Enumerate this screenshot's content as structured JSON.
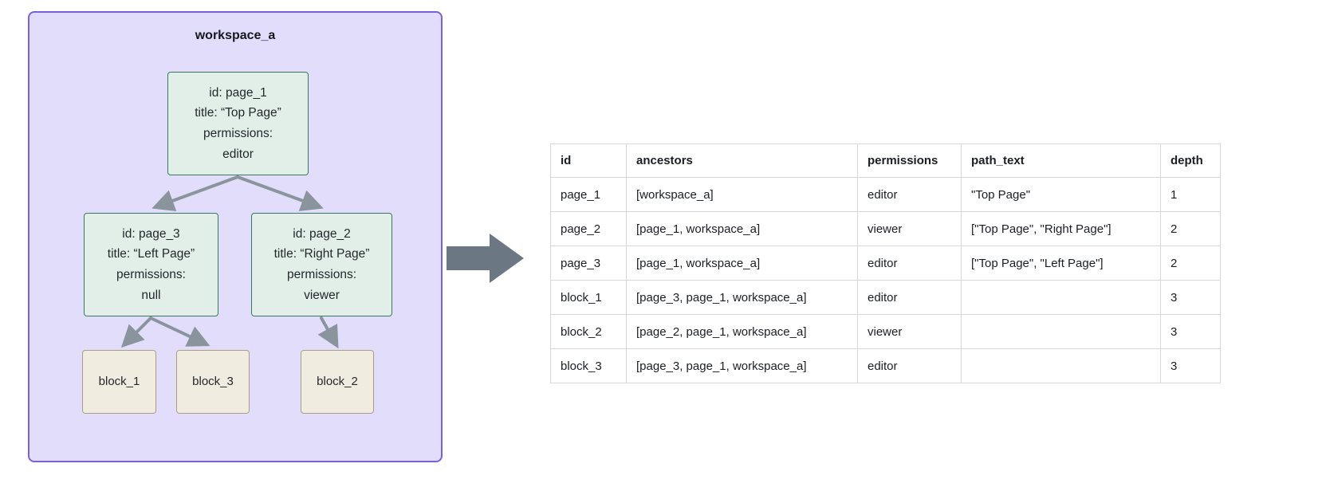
{
  "diagram": {
    "workspace_label": "workspace_a",
    "nodes": {
      "page_1": "id: page_1\ntitle: “Top Page”\npermissions:\neditor",
      "page_3": "id: page_3\ntitle: “Left Page”\npermissions:\nnull",
      "page_2": "id: page_2\ntitle: “Right Page”\npermissions:\nviewer",
      "block_1": "block_1",
      "block_3": "block_3",
      "block_2": "block_2"
    },
    "colors": {
      "workspace_fill": "#e2ddfb",
      "workspace_border": "#7b61d9",
      "page_fill": "#e2efe8",
      "page_border": "#38795f",
      "block_fill": "#f1ece0",
      "block_border": "#a89e88",
      "edge_arrow": "#8a949d",
      "flow_arrow": "#6b7884",
      "table_border": "#d4d8dc",
      "text": "#1e2227"
    }
  },
  "table": {
    "headers": [
      "id",
      "ancestors",
      "permissions",
      "path_text",
      "depth"
    ],
    "rows": [
      [
        "page_1",
        "[workspace_a]",
        "editor",
        "\"Top Page\"",
        "1"
      ],
      [
        "page_2",
        "[page_1, workspace_a]",
        "viewer",
        "[\"Top Page\", \"Right Page\"]",
        "2"
      ],
      [
        "page_3",
        "[page_1, workspace_a]",
        "editor",
        "[\"Top Page\", \"Left Page\"]",
        "2"
      ],
      [
        "block_1",
        "[page_3, page_1, workspace_a]",
        "editor",
        "",
        "3"
      ],
      [
        "block_2",
        "[page_2, page_1, workspace_a]",
        "viewer",
        "",
        "3"
      ],
      [
        "block_3",
        "[page_3, page_1, workspace_a]",
        "editor",
        "",
        "3"
      ]
    ]
  }
}
